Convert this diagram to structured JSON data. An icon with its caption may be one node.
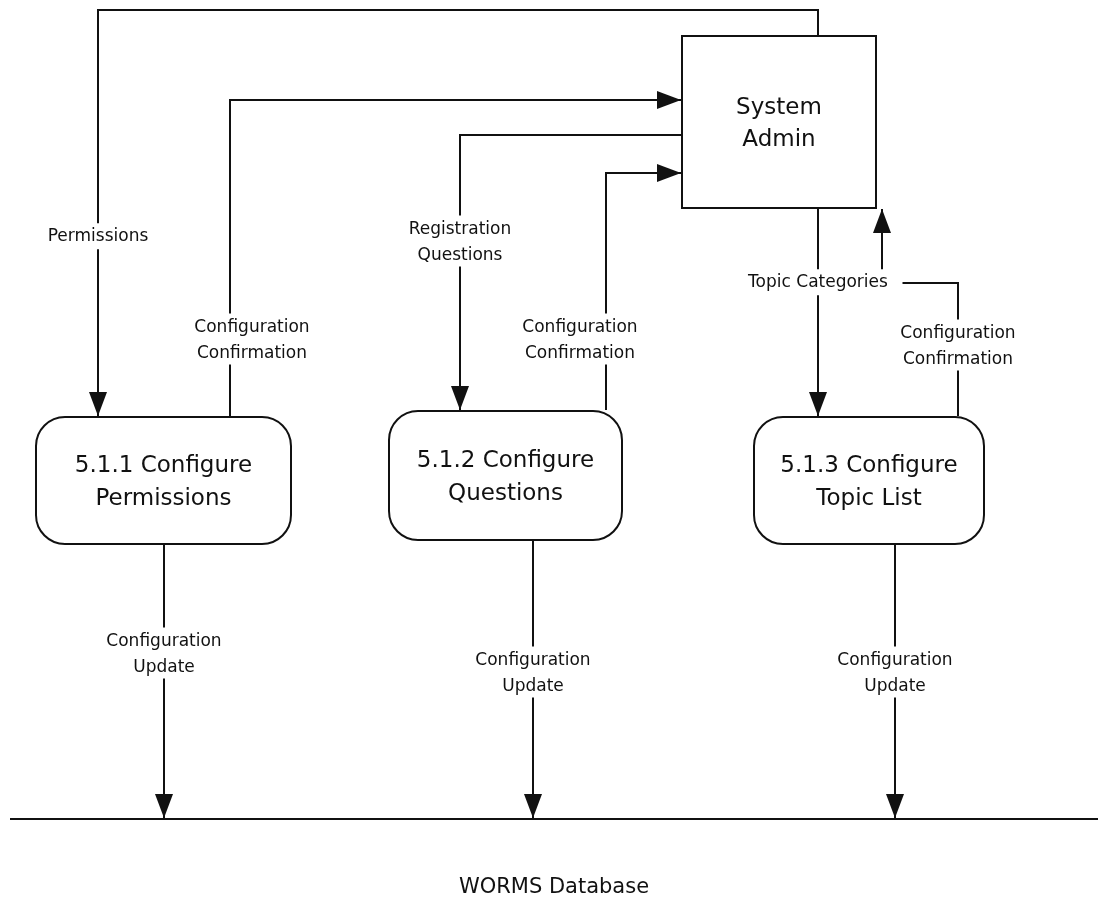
{
  "diagram": {
    "nodes": [
      {
        "text": [
          "System Admin"
        ]
      },
      {
        "text": [
          "5.1.1 Configure Permissions"
        ]
      },
      {
        "text": [
          "5.1.2 Configure Questions"
        ]
      },
      {
        "text": [
          "5.1.3 Configure Topic List"
        ]
      },
      {
        "text": [
          "WORMS Database"
        ]
      }
    ],
    "edges": [
      {
        "from": 0,
        "to": 1,
        "arrow": "to",
        "label": "Permissions"
      },
      {
        "from": 1,
        "to": 0,
        "arrow": "to",
        "label": "Configuration Confirmation"
      },
      {
        "from": 0,
        "to": 2,
        "arrow": "to",
        "label": "Registration Questions"
      },
      {
        "from": 2,
        "to": 0,
        "arrow": "to",
        "label": "Configuration Confirmation"
      },
      {
        "from": 0,
        "to": 3,
        "arrow": "to",
        "label": "Topic Categories"
      },
      {
        "from": 3,
        "to": 0,
        "arrow": "to",
        "label": "Configuration Confirmation"
      },
      {
        "from": 1,
        "to": 4,
        "arrow": "to",
        "label": "Configuration Update"
      },
      {
        "from": 2,
        "to": 4,
        "arrow": "to",
        "label": "Configuration Update"
      },
      {
        "from": 3,
        "to": 4,
        "arrow": "to",
        "label": "Configuration Update"
      }
    ]
  }
}
